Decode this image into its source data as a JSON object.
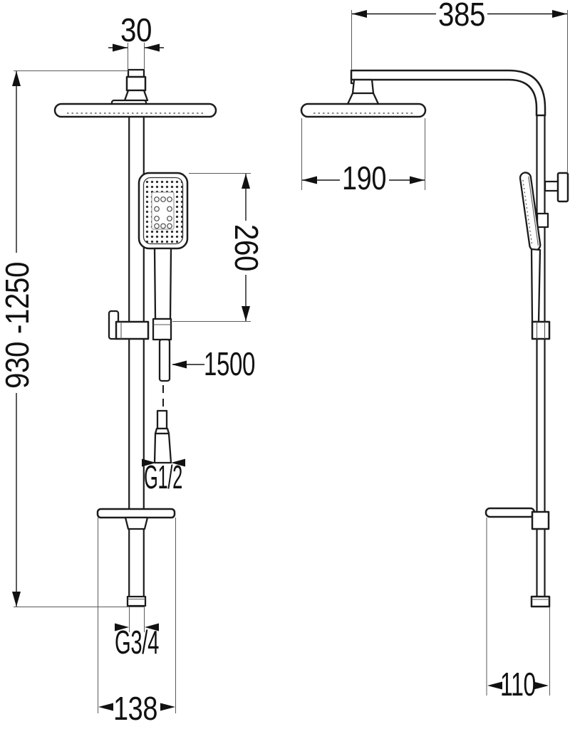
{
  "drawing": {
    "background_color": "#ffffff",
    "line_color": "#1c1c1c",
    "labels": {
      "pipe_top_width": "30",
      "arm_length": "385",
      "rain_head_diameter": "190",
      "hand_shower_length": "260",
      "column_height_range": "930 -1250",
      "hose_length": "1500",
      "hose_thread": "G1/2",
      "bottom_thread": "G3/4",
      "shelf_width": "138",
      "wall_offset": "110"
    }
  }
}
